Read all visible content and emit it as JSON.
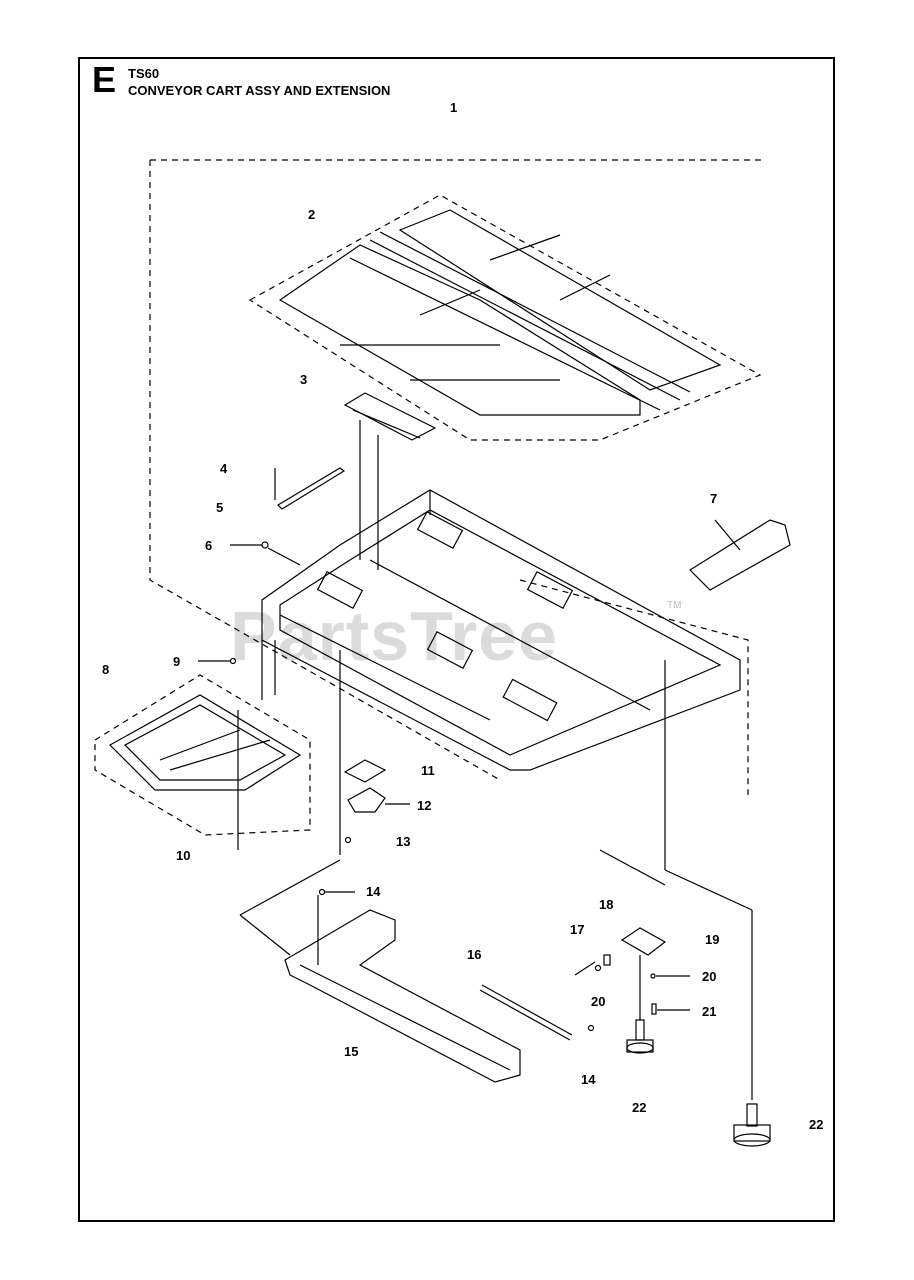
{
  "header": {
    "section_letter": "E",
    "model": "TS60",
    "title": "CONVEYOR CART ASSY AND EXTENSION"
  },
  "watermark": {
    "text": "PartsTree",
    "tm": "TM"
  },
  "callouts": [
    {
      "id": "c1",
      "label": "1"
    },
    {
      "id": "c2",
      "label": "2"
    },
    {
      "id": "c3",
      "label": "3"
    },
    {
      "id": "c4",
      "label": "4"
    },
    {
      "id": "c5",
      "label": "5"
    },
    {
      "id": "c6",
      "label": "6"
    },
    {
      "id": "c7",
      "label": "7"
    },
    {
      "id": "c8",
      "label": "8"
    },
    {
      "id": "c9",
      "label": "9"
    },
    {
      "id": "c10",
      "label": "10"
    },
    {
      "id": "c11",
      "label": "11"
    },
    {
      "id": "c12",
      "label": "12"
    },
    {
      "id": "c13",
      "label": "13"
    },
    {
      "id": "c14a",
      "label": "14"
    },
    {
      "id": "c14b",
      "label": "14"
    },
    {
      "id": "c15",
      "label": "15"
    },
    {
      "id": "c16",
      "label": "16"
    },
    {
      "id": "c17",
      "label": "17"
    },
    {
      "id": "c18",
      "label": "18"
    },
    {
      "id": "c19",
      "label": "19"
    },
    {
      "id": "c20a",
      "label": "20"
    },
    {
      "id": "c20b",
      "label": "20"
    },
    {
      "id": "c21",
      "label": "21"
    },
    {
      "id": "c22a",
      "label": "22"
    },
    {
      "id": "c22b",
      "label": "22"
    }
  ]
}
